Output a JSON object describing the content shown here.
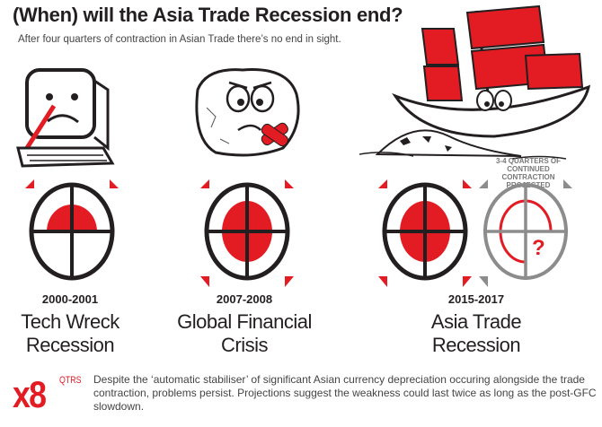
{
  "header": {
    "title": "(When) will the Asia Trade Recession end?",
    "subtitle": "After four quarters of contraction in Asian Trade there’s no end in sight."
  },
  "colors": {
    "accent": "#e31b23",
    "ink": "#231f20",
    "projected": "#8c8c8c"
  },
  "periods": [
    {
      "years": "2000-2001",
      "name_line1": "Tech Wreck",
      "name_line2": "Recession",
      "illustration": "sad-computer-icon",
      "red_fill_fraction": 0.5
    },
    {
      "years": "2007-2008",
      "name_line1": "Global Financial",
      "name_line2": "Crisis",
      "illustration": "cracked-rock-icon",
      "red_fill_fraction": 1
    },
    {
      "years": "2015-2017",
      "name_line1": "Asia Trade",
      "name_line2": "Recession",
      "illustration": "junk-boat-icon",
      "red_fill_fraction": 1
    }
  ],
  "projection": {
    "label": "3-4 QUARTERS OF CONTINUED CONTRACTION PROJECTED",
    "question": "?"
  },
  "footer": {
    "multiplier": "x8",
    "unit": "QTRS",
    "text": "Despite the ‘automatic stabiliser’ of significant Asian currency depreciation occuring alongside the trade contraction, problems persist. Projections suggest the weakness could last twice as long as the post-GFC slowdown."
  }
}
